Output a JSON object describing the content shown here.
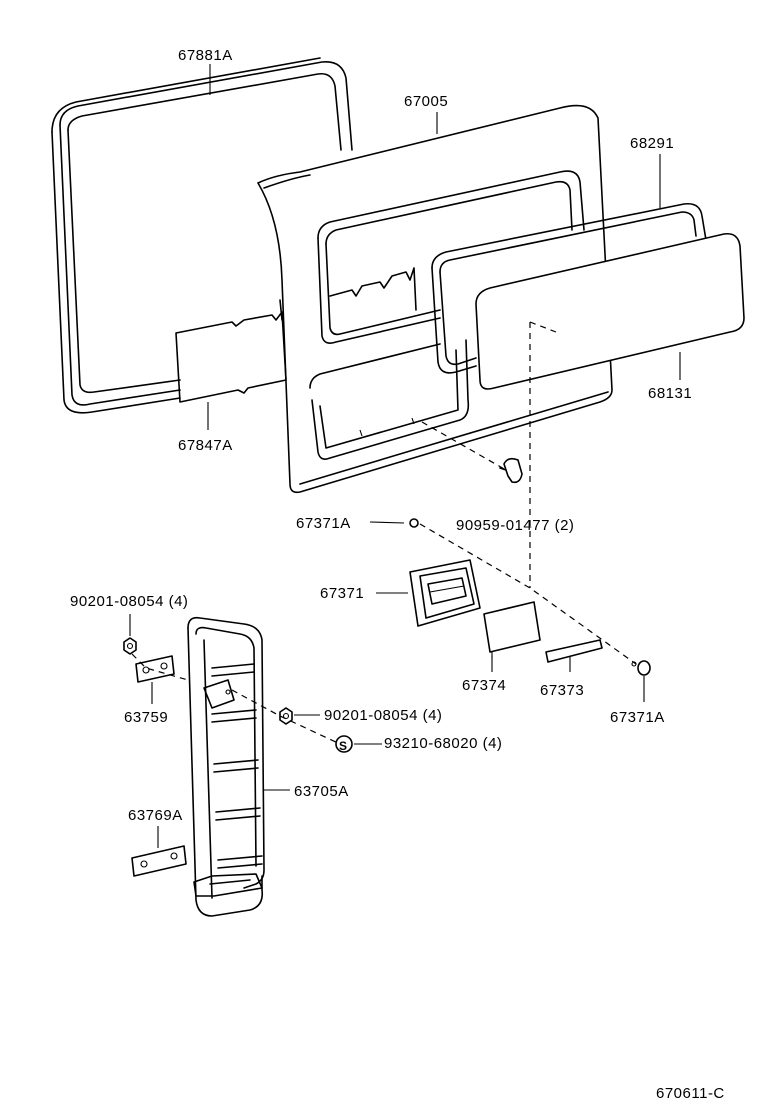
{
  "diagram_code": "670611-C",
  "labels": {
    "p67881A": "67881A",
    "p67005": "67005",
    "p68291": "68291",
    "p68131": "68131",
    "p67847A": "67847A",
    "p67371A_top": "67371A",
    "p90959": "90959-01477 (2)",
    "p67371": "67371",
    "p90201_top": "90201-08054 (4)",
    "p63759": "63759",
    "p67374": "67374",
    "p67373": "67373",
    "p67371A_bottom": "67371A",
    "p90201_mid": "90201-08054 (4)",
    "p93210": "93210-68020 (4)",
    "p63705A": "63705A",
    "p63769A": "63769A"
  },
  "symbols": {
    "screw_mark": "S"
  }
}
